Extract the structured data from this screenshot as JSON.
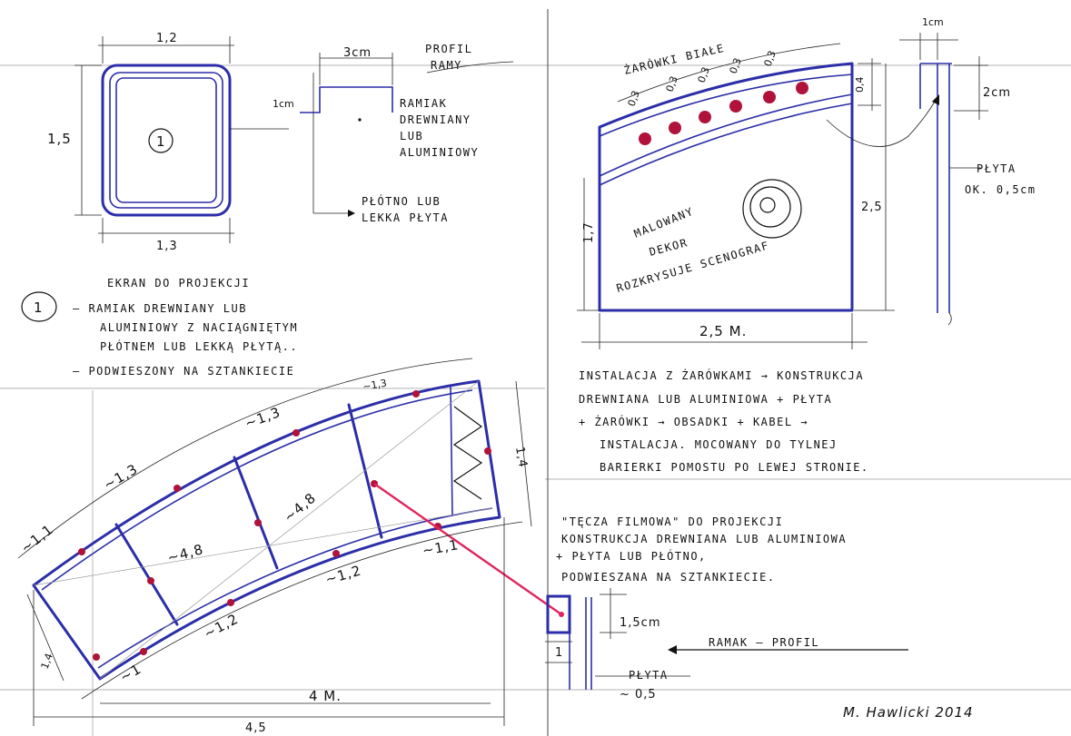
{
  "colors": {
    "frame_blue": "#2b2ea8",
    "bulb_red": "#b0123a",
    "pointer_pink": "#e2245c",
    "ink": "#111111"
  },
  "frame_sketch": {
    "top_dim": "1,2",
    "left_dim": "1,5",
    "bottom_dim": "1,3",
    "number": "1"
  },
  "profile_sketch": {
    "title_line1": "PROFIL",
    "title_line2": "RAMY",
    "width_dim": "3cm",
    "height_dim": "1cm",
    "desc_line1": "RAMIAK",
    "desc_line2": "DREWNIANY",
    "desc_line3": "LUB",
    "desc_line4": "ALUMINIOWY",
    "bottom_line1": "PŁÓTNO LUB",
    "bottom_line2": "LEKKA PŁYTA"
  },
  "screen_note": {
    "heading": "EKRAN DO PROJEKCJI",
    "number": "1",
    "line1": "– RAMIAK DREWNIANY LUB",
    "line2": "ALUMINIOWY Z NACIĄGNIĘTYM",
    "line3": "PŁÓTNEM LUB LEKKĄ PŁYTĄ..",
    "line4": "– PODWIESZONY NA SZTANKIECIE"
  },
  "arch_sketch": {
    "bulbs_label": "ŻARÓWKI BIAŁE",
    "spacings": [
      "0,3",
      "0,3",
      "0,3",
      "0,3",
      "0,3"
    ],
    "band_dim": "0,4",
    "decor_line1": "MALOWANY",
    "decor_line2": "DEKOR",
    "decor_line3": "ROZKRYSUJE SCENOGRAF",
    "left_dim": "1,7",
    "right_dim": "2,5",
    "bottom_dim": "2,5 M.",
    "side_top_dim": "1cm",
    "side_mid_dim": "2cm",
    "side_label_line1": "PŁYTA",
    "side_label_line2": "OK. 0,5cm"
  },
  "install_note": {
    "line1": "INSTALACJA Z ŻARÓWKAMI → KONSTRUKCJA",
    "line2": "DREWNIANA LUB ALUMINIOWA + PŁYTA",
    "line3": "+ ŻARÓWKI → OBSADKI + KABEL →",
    "line4": "INSTALACJA. MOCOWANY DO TYLNEJ",
    "line5": "BARIERKI POMOSTU PO LEWEJ STRONIE."
  },
  "curved_sketch": {
    "top_dims": [
      "~1,1",
      "~1,3",
      "~1,3",
      "~1,3"
    ],
    "diag_dims": [
      "~4,8",
      "~4,8"
    ],
    "bottom_dims": [
      "~1",
      "~1,2",
      "~1,2",
      "~1,1"
    ],
    "left_dim": "1,4",
    "right_dim": "1,4",
    "width_dim": "4,5",
    "width_dim2": "4 M."
  },
  "film_note": {
    "line1": "\"TĘCZA FILMOWA\" DO PROJEKCJI",
    "line2": "KONSTRUKCJA DREWNIANA LUB ALUMINIOWA",
    "line3": "+ PŁYTA LUB PŁÓTNO,",
    "line4": "PODWIESZANA NA SZTANKIECIE."
  },
  "small_profile": {
    "top_dim": "1,5cm",
    "left_dim": "1",
    "arrow_label": "RAMAK – PROFIL",
    "plate_label": "PŁYTA",
    "plate_dim": "~ 0,5"
  },
  "signature": "M. Hawlicki 2014"
}
